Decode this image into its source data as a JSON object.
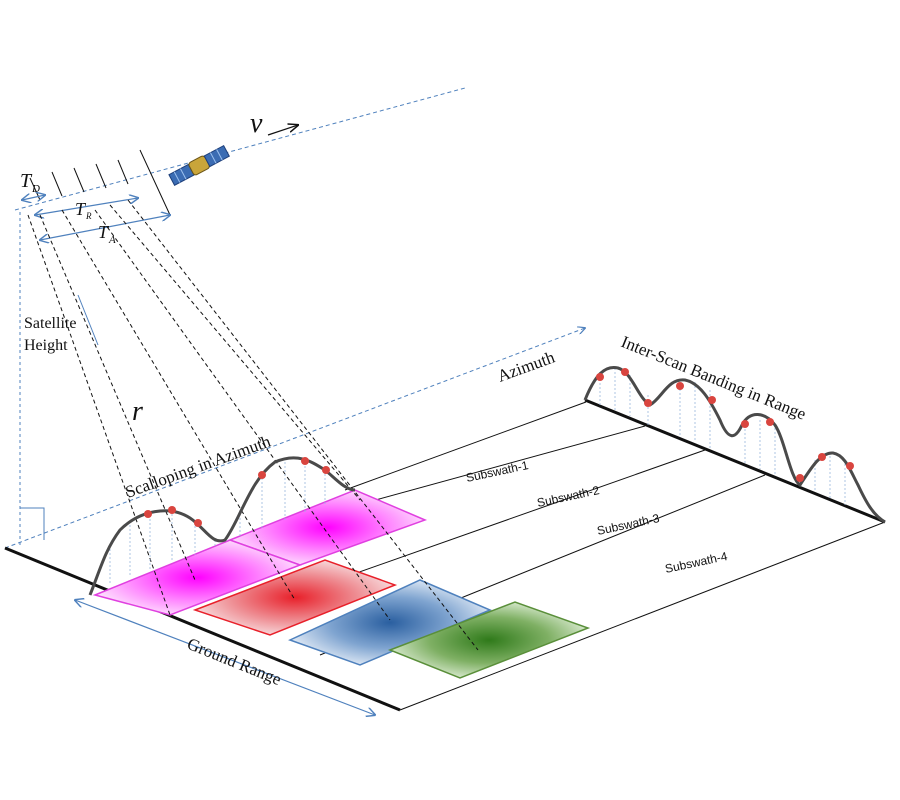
{
  "labels": {
    "velocity": "v",
    "t_d": "T",
    "t_d_sub": "D",
    "t_r": "T",
    "t_r_sub": "R",
    "t_a": "T",
    "t_a_sub": "A",
    "satellite_height_1": "Satellite",
    "satellite_height_2": "Height",
    "slant_range": "r",
    "azimuth": "Azimuth",
    "scalloping": "Scalloping in Azimuth",
    "inter_scan": "Inter-Scan Banding in Range",
    "ground_range": "Ground Range"
  },
  "subswaths": [
    "Subswath-1",
    "Subswath-2",
    "Subswath-3",
    "Subswath-4"
  ],
  "colors": {
    "magenta": "#ff00ff",
    "red": "#e8202a",
    "blue": "#2a5fa0",
    "green": "#2f7a1a",
    "dashed_blue": "#4f81bd",
    "curve": "#4a4a4a",
    "marker": "#d9453f"
  }
}
